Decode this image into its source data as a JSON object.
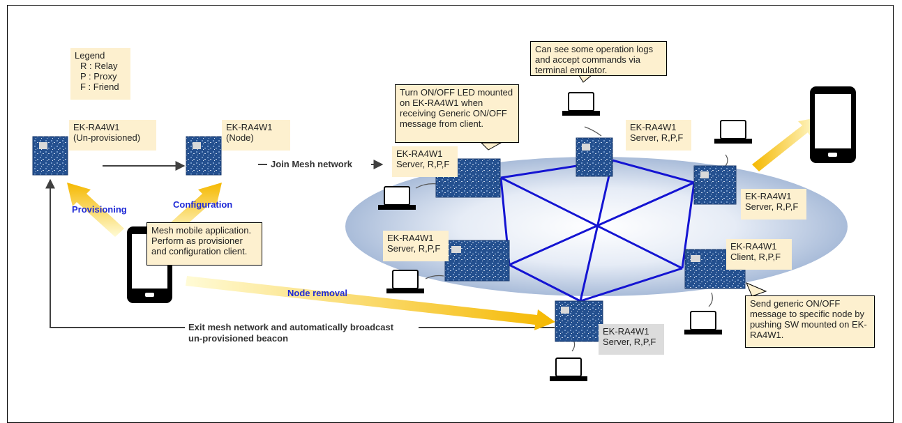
{
  "legend": {
    "title": "Legend",
    "items": [
      "R : Relay",
      "P : Proxy",
      "F : Friend"
    ]
  },
  "nodes": {
    "unprovisioned": [
      "EK-RA4W1",
      "(Un-provisioned)"
    ],
    "node": [
      "EK-RA4W1",
      "(Node)"
    ],
    "server_left_top": [
      "EK-RA4W1",
      "Server, R,P,F"
    ],
    "server_top": [
      "EK-RA4W1",
      "Server, R,P,F"
    ],
    "server_right": [
      "EK-RA4W1",
      "Server, R,P,F"
    ],
    "server_left_bottom": [
      "EK-RA4W1",
      "Server, R,P,F"
    ],
    "client": [
      "EK-RA4W1",
      "Client, R,P,F"
    ],
    "server_bottom": [
      "EK-RA4W1",
      "Server, R,P,F"
    ]
  },
  "labels": {
    "join": "Join Mesh network",
    "provisioning": "Provisioning",
    "configuration": "Configuration",
    "node_removal": "Node removal",
    "exit_line1": "Exit mesh network and  automatically broadcast",
    "exit_line2": "un-provisioned beacon"
  },
  "callouts": {
    "mobile_app": [
      "Mesh mobile application.",
      "Perform as provisioner",
      "and configuration client."
    ],
    "led": [
      "Turn ON/OFF LED mounted",
      "on EK-RA4W1 when",
      "receiving Generic ON/OFF",
      "message from client."
    ],
    "logs": [
      "Can see some operation logs",
      "and accept commands via",
      "terminal emulator."
    ],
    "send": [
      "Send generic ON/OFF",
      "message to specific node by",
      "pushing SW mounted on EK-",
      "RA4W1."
    ]
  },
  "colors": {
    "mesh_line": "#1414d2",
    "arrow_yellow": "#f5b800",
    "callout_bg": "#fdf0cf",
    "label_blue": "#1f2ad6"
  }
}
